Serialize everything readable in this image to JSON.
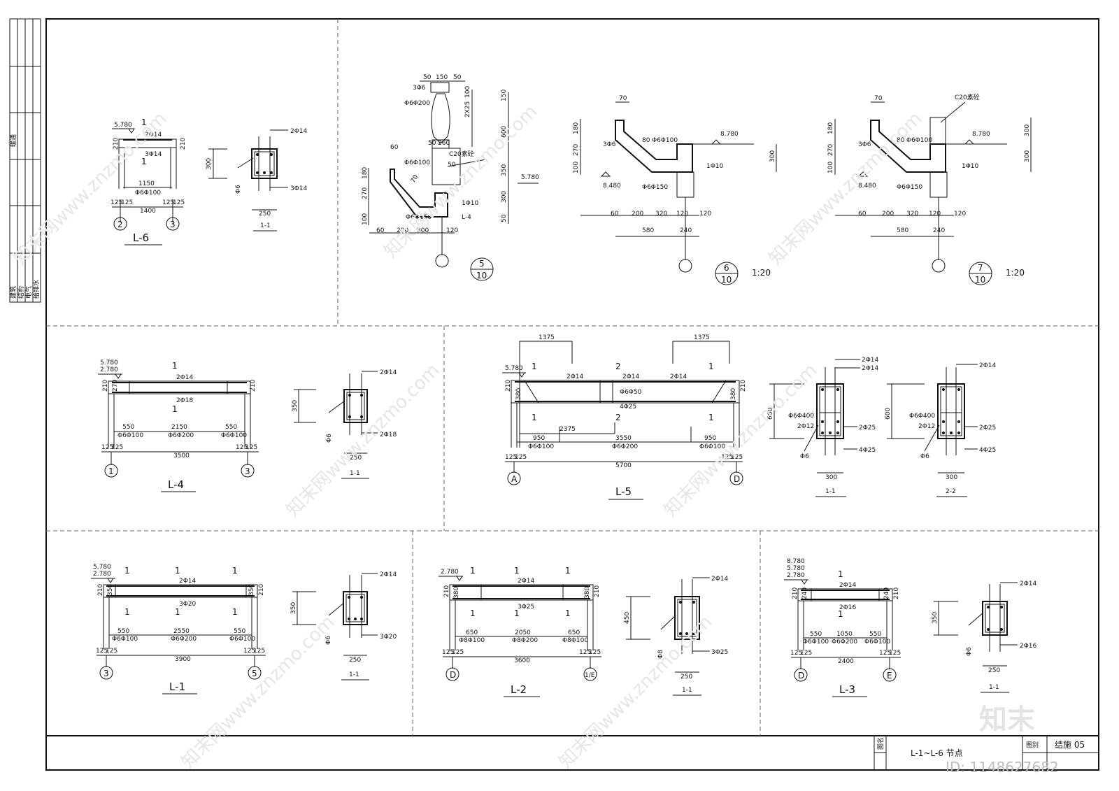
{
  "left_strip": {
    "top_label": "暖通",
    "discipline_labels": [
      "建筑",
      "结构",
      "电气",
      "给排水"
    ]
  },
  "title_block": {
    "col_label": "图名",
    "drawing_title": "L-1~L-6 节点",
    "number_label": "图别",
    "sheet_number": "结施 05"
  },
  "watermark": {
    "brand": "知末",
    "id_text": "ID: 1148627682",
    "site": "知末网www.znzmo.com"
  },
  "views": {
    "l6": {
      "title": "L-6",
      "section_title": "1-1",
      "elev": "5.780",
      "sec_mark": "1",
      "top_bar": "2Φ14",
      "bot_bar": "3Φ14",
      "stirrup": "Φ6Φ100",
      "dim_clear": "1150",
      "dim_total": "1400",
      "dim_side_a": "125",
      "dim_side_b": "125",
      "end_h": "210",
      "axis_left": "2",
      "axis_right": "3",
      "sec_h": "300",
      "sec_w": "250",
      "sec_top": "2Φ14",
      "sec_bot": "3Φ14",
      "sec_stir": "Φ6"
    },
    "d5": {
      "detail_no": "5",
      "sheet_ref": "10",
      "dims_top": [
        "50",
        "150",
        "50"
      ],
      "col_bar": "3Φ6",
      "col_stir": "Φ6Φ200",
      "dims_right": [
        "100",
        "2X25",
        "150",
        "600",
        "350",
        "300",
        "50"
      ],
      "concrete": "C20素砼",
      "elev": "5.780",
      "dims_left": [
        "60",
        "180",
        "270",
        "100"
      ],
      "gutter_bar": "Φ6Φ100",
      "cant": "70",
      "slope": "50",
      "dims_bottom": [
        "60",
        "200",
        "300",
        "120"
      ],
      "bottom_stir": "Φ6Φ150",
      "beam_ref": "L-4",
      "small_bar": "1Φ10",
      "dim_50b": "50",
      "dim_260": "260"
    },
    "d6": {
      "detail_no": "6",
      "sheet_ref": "10",
      "scale": "1:20",
      "dim_70": "70",
      "dims_left": [
        "180",
        "270",
        "100"
      ],
      "bar_a": "3Φ6",
      "dim_80": "80",
      "stir_a": "Φ6Φ100",
      "elev_top": "8.780",
      "dim_300": "300",
      "small_bar": "1Φ10",
      "elev_low": "8.480",
      "stir_b": "Φ6Φ150",
      "dims_bottom": [
        "60",
        "200",
        "320",
        "120",
        "120"
      ],
      "dim_580": "580",
      "dim_240": "240"
    },
    "d7": {
      "detail_no": "7",
      "sheet_ref": "10",
      "scale": "1:20",
      "dim_70": "70",
      "concrete": "C20素砼",
      "dims_left": [
        "180",
        "270",
        "100"
      ],
      "bar_a": "3Φ6",
      "dim_80": "80",
      "stir_a": "Φ6Φ100",
      "elev_top": "8.780",
      "dims_right": [
        "300",
        "300"
      ],
      "small_bar": "1Φ10",
      "elev_low": "8.480",
      "stir_b": "Φ6Φ150",
      "dims_bottom": [
        "60",
        "200",
        "320",
        "120",
        "120"
      ],
      "dim_580": "580",
      "dim_240": "240"
    },
    "l4": {
      "title": "L-4",
      "section_title": "1-1",
      "elev_a": "5.780",
      "elev_b": "2.780",
      "sec_mark": "1",
      "top_bar": "2Φ14",
      "bot_bar": "2Φ18",
      "end_h": "210",
      "end_l": "270",
      "dims_mid": [
        "550",
        "2150",
        "550"
      ],
      "stirs": [
        "Φ6Φ100",
        "Φ6Φ200",
        "Φ6Φ100"
      ],
      "dims_sides": [
        "125",
        "125",
        "125",
        "125"
      ],
      "dim_total": "3500",
      "axis_left": "1",
      "axis_right": "3",
      "sec_h": "350",
      "sec_w": "250",
      "sec_top": "2Φ14",
      "sec_bot": "2Φ18",
      "sec_stir": "Φ6"
    },
    "l5": {
      "title": "L-5",
      "sec1_title": "1-1",
      "sec2_title": "2-2",
      "elev": "5.780",
      "dim_1375_a": "1375",
      "dim_1375_b": "1375",
      "sec_mark_1": "1",
      "sec_mark_2": "2",
      "top_bars": [
        "2Φ14",
        "2Φ14",
        "2Φ14"
      ],
      "end_h": "210",
      "end_r": "380",
      "mid_stir": "Φ6Φ50",
      "mid_bar": "4Φ25",
      "dim_2375": "2375",
      "dims_mid": [
        "950",
        "3550",
        "950"
      ],
      "stirs": [
        "Φ6Φ100",
        "Φ6Φ200",
        "Φ6Φ100"
      ],
      "dims_sides": [
        "125",
        "125",
        "125",
        "125"
      ],
      "dim_total": "5700",
      "axis_left": "A",
      "axis_right": "D",
      "s1_top_a": "2Φ14",
      "s1_top_b": "2Φ14",
      "s1_h": "600",
      "s1_stir": "Φ6Φ400",
      "s1_side": "2Φ12",
      "s1_waist": "2Φ25",
      "s1_bot": "4Φ25",
      "s1_tie": "Φ6",
      "s1_w": "300",
      "s2_top": "2Φ14",
      "s2_h": "600",
      "s2_stir": "Φ6Φ400",
      "s2_side": "2Φ12",
      "s2_waist": "2Φ25",
      "s2_bot": "4Φ25",
      "s2_tie": "Φ6",
      "s2_w": "300"
    },
    "l1": {
      "title": "L-1",
      "section_title": "1-1",
      "elev_a": "5.780",
      "elev_b": "2.780",
      "sec_mark": "1",
      "top_bar": "2Φ14",
      "bot_bar": "3Φ20",
      "end_h": "210",
      "end_l": "350",
      "dims_mid": [
        "550",
        "2550",
        "550"
      ],
      "stirs": [
        "Φ6Φ100",
        "Φ6Φ200",
        "Φ6Φ100"
      ],
      "dims_sides": [
        "125",
        "125",
        "125",
        "125"
      ],
      "dim_total": "3900",
      "axis_left": "3",
      "axis_right": "5",
      "sec_h": "350",
      "sec_w": "250",
      "sec_top": "2Φ14",
      "sec_bot": "3Φ20",
      "sec_stir": "Φ6"
    },
    "l2": {
      "title": "L-2",
      "section_title": "1-1",
      "elev": "2.780",
      "sec_mark": "1",
      "top_bar": "2Φ14",
      "bot_bar": "3Φ25",
      "end_h": "210",
      "end_l": "380",
      "dims_mid": [
        "650",
        "2050",
        "650"
      ],
      "stirs": [
        "Φ8Φ100",
        "Φ8Φ200",
        "Φ8Φ100"
      ],
      "dims_sides": [
        "125",
        "125",
        "125",
        "125"
      ],
      "dim_total": "3600",
      "axis_left": "D",
      "axis_right": "1/E",
      "sec_h": "450",
      "sec_w": "250",
      "sec_top": "2Φ14",
      "sec_bot": "3Φ25",
      "sec_stir": "Φ8"
    },
    "l3": {
      "title": "L-3",
      "section_title": "1-1",
      "elev_a": "8.780",
      "elev_b": "5.780",
      "elev_c": "2.780",
      "sec_mark": "1",
      "top_bar": "2Φ14",
      "bot_bar": "2Φ16",
      "end_h": "210",
      "end_l": "240",
      "dims_mid": [
        "550",
        "1050",
        "550"
      ],
      "stirs": [
        "Φ6Φ100",
        "Φ6Φ200",
        "Φ6Φ100"
      ],
      "dims_sides": [
        "125",
        "125",
        "125",
        "125"
      ],
      "dim_total": "2400",
      "axis_left": "D",
      "axis_right": "E",
      "sec_h": "350",
      "sec_w": "250",
      "sec_top": "2Φ14",
      "sec_bot": "2Φ16",
      "sec_stir": "Φ6"
    }
  }
}
